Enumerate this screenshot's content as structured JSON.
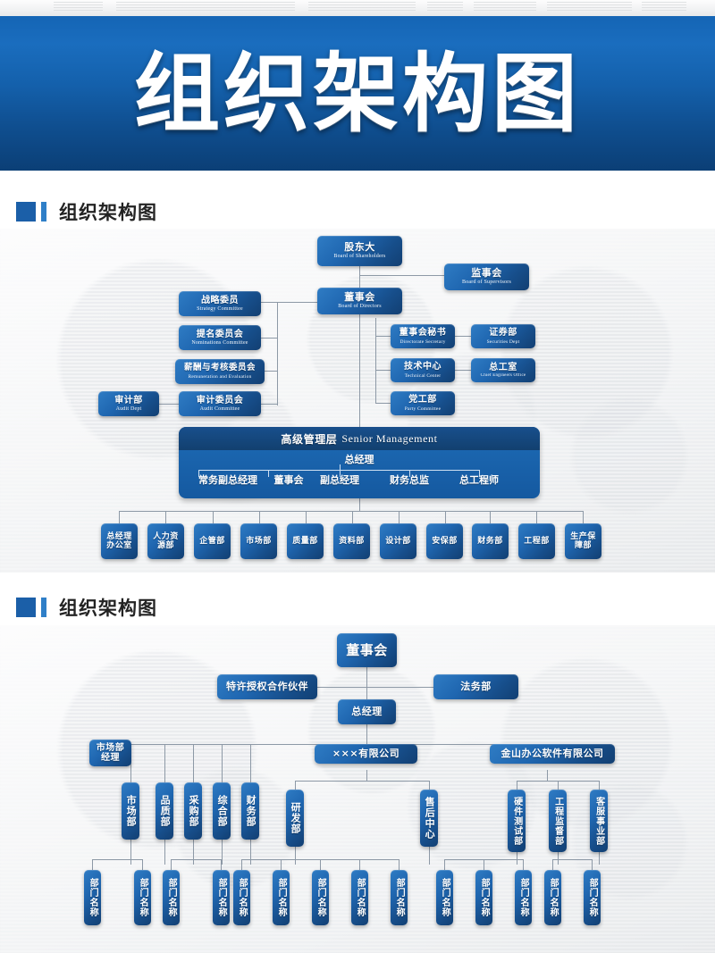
{
  "banner": {
    "title": "组织架构图"
  },
  "sections": [
    {
      "title": "组织架构图"
    },
    {
      "title": "组织架构图"
    }
  ],
  "chart1": {
    "shareholders": {
      "cn": "股东大",
      "en": "Board of Shareholders"
    },
    "supervisors": {
      "cn": "监事会",
      "en": "Board of Supervisors"
    },
    "directors": {
      "cn": "董事会",
      "en": "Board of Directors"
    },
    "left_committees": [
      {
        "cn": "战略委员",
        "en": "Strategy Committee"
      },
      {
        "cn": "提名委员会",
        "en": "Nominations Committee"
      },
      {
        "cn": "薪酬与考核委员会",
        "en": "Remuneration and Evaluation"
      },
      {
        "cn": "审计委员会",
        "en": "Audit Committee"
      }
    ],
    "audit_dept": {
      "cn": "审计部",
      "en": "Audit Dept"
    },
    "right_units": [
      {
        "cn": "董事会秘书",
        "en": "Directorate Secretary"
      },
      {
        "cn": "技术中心",
        "en": "Technical Center"
      },
      {
        "cn": "党工部",
        "en": "Party Committee"
      }
    ],
    "right_sub": [
      {
        "cn": "证券部",
        "en": "Securities Dept"
      },
      {
        "cn": "总工室",
        "en": "Chief Engineers Office"
      }
    ],
    "management": {
      "header_cn": "高级管理层",
      "header_en": "Senior Management",
      "gm": "总经理",
      "roles": [
        "常务副总经理",
        "董事会",
        "副总经理",
        "财务总监",
        "总工程师"
      ]
    },
    "departments": [
      "总经理办公室",
      "人力资源部",
      "企管部",
      "市场部",
      "质量部",
      "资料部",
      "设计部",
      "安保部",
      "财务部",
      "工程部",
      "生产保障部"
    ]
  },
  "chart2": {
    "board": "董事会",
    "partner": "特许授权合作伙伴",
    "legal": "法务部",
    "gm": "总经理",
    "market_manager": "市场部\n经理",
    "market_manager_l1": "市场部",
    "market_manager_l2": "经理",
    "left_depts": [
      "市场部",
      "品质部",
      "采购部",
      "综合部",
      "财务部"
    ],
    "company_mid": "×××有限公司",
    "mid_depts": [
      "研发部",
      "售后中心"
    ],
    "company_right": "金山办公软件有限公司",
    "right_depts": [
      "硬件测试部",
      "工程监督部",
      "客服事业部"
    ],
    "leaf_label": "部门名称",
    "leaf_count": 14
  },
  "colors": {
    "banner_top": "#1565b5",
    "banner_bottom": "#0b3f76",
    "box_light": "#2f7cc4",
    "box_dark": "#123f72",
    "accent": "#1b5fa8",
    "section_text": "#232323",
    "connector": "#8d99a6"
  }
}
